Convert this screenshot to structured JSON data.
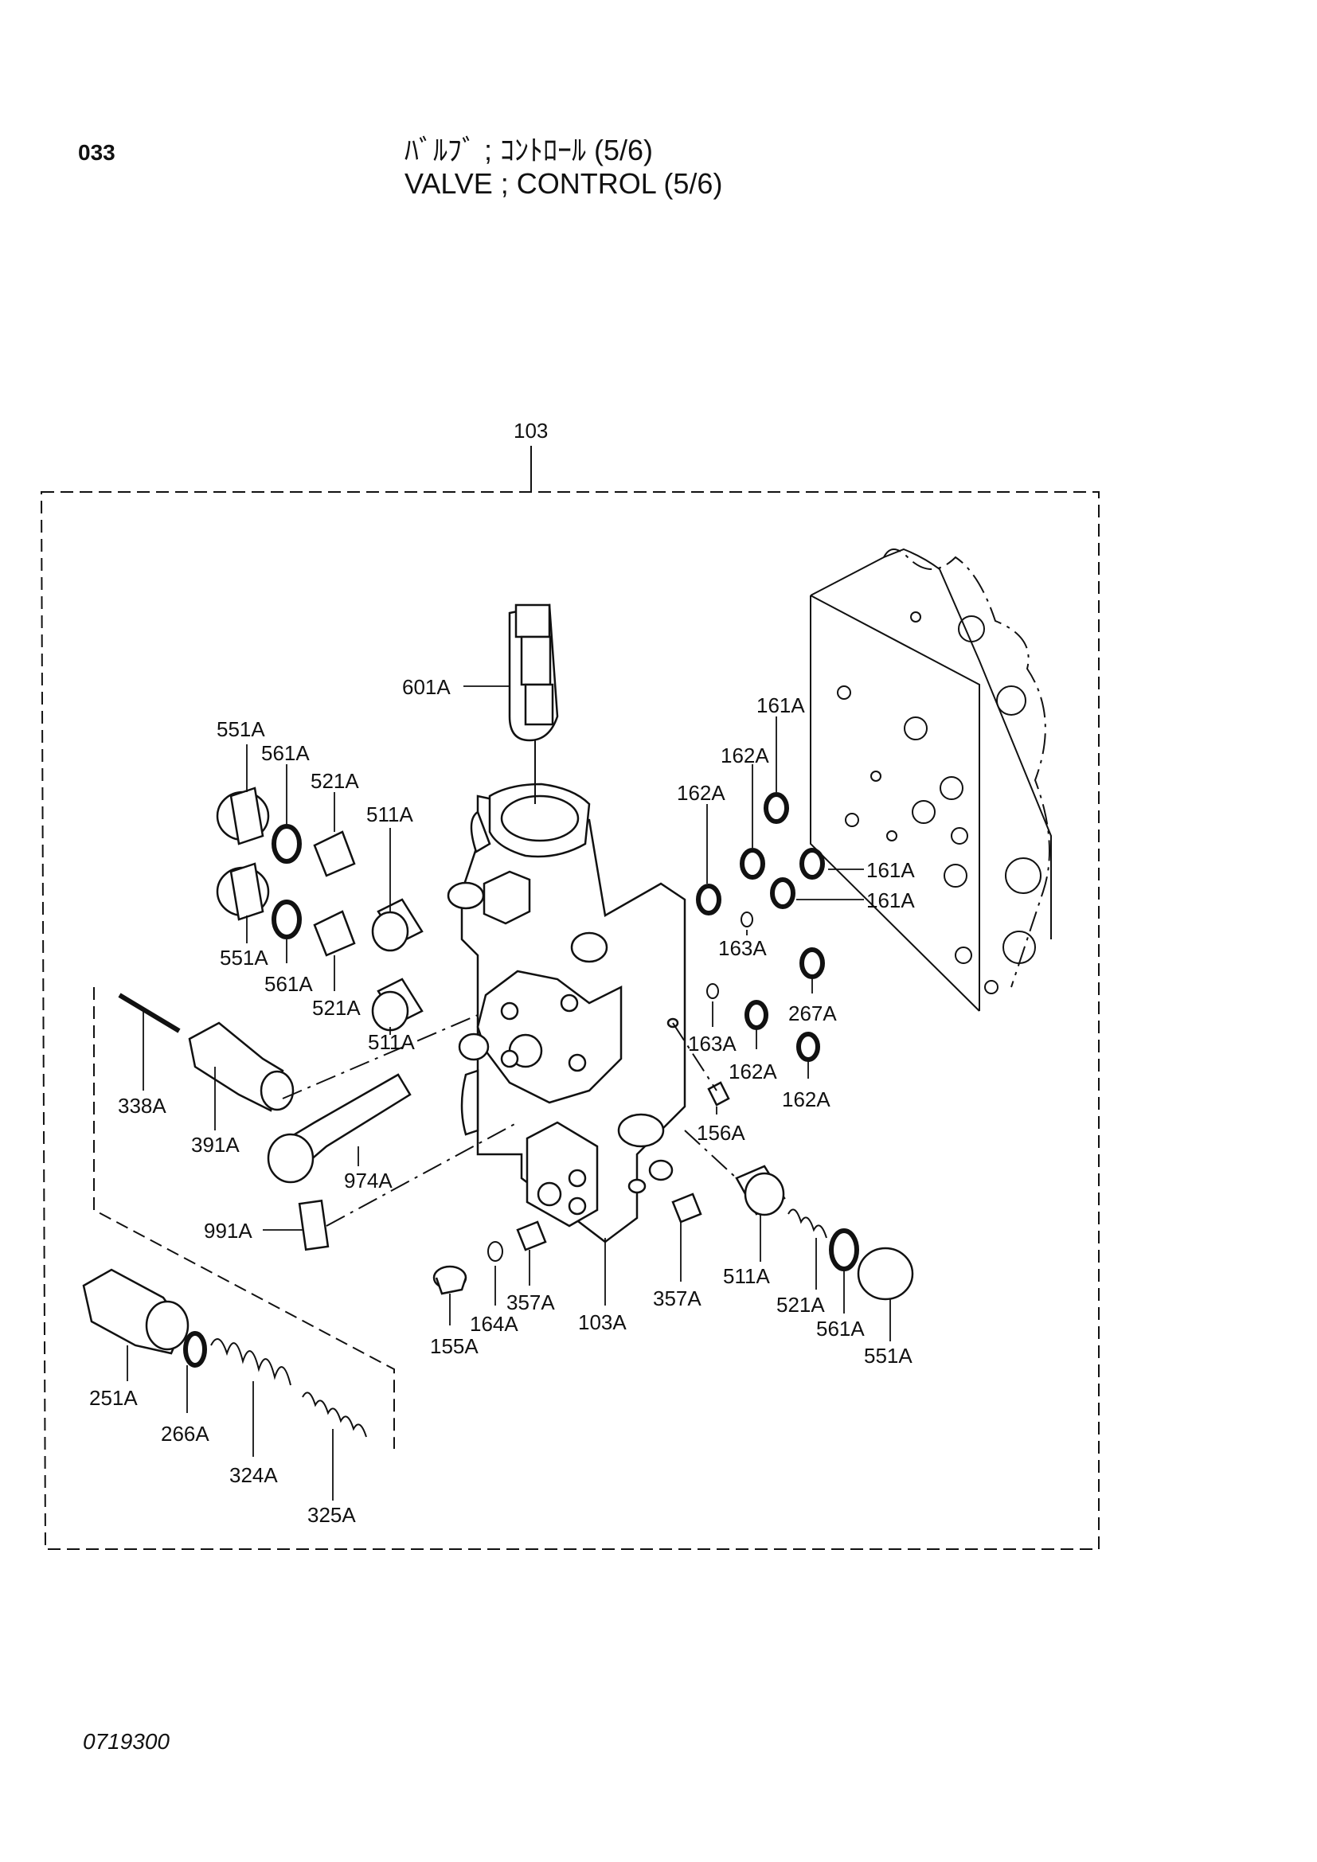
{
  "header": {
    "page_number": "033",
    "title_jp": "ﾊﾞﾙﾌﾞ ; ｺﾝﾄﾛｰﾙ (5/6)",
    "title_en": "VALVE ; CONTROL (5/6)"
  },
  "footer": {
    "doc_code": "0719300"
  },
  "labels": {
    "l103": "103",
    "l601A": "601A",
    "l551A_1": "551A",
    "l561A_1": "561A",
    "l521A_1": "521A",
    "l511A_1": "511A",
    "l551A_2": "551A",
    "l561A_2": "561A",
    "l521A_2": "521A",
    "l511A_2": "511A",
    "l338A": "338A",
    "l391A": "391A",
    "l974A": "974A",
    "l991A": "991A",
    "l251A": "251A",
    "l266A": "266A",
    "l324A": "324A",
    "l325A": "325A",
    "l155A": "155A",
    "l164A": "164A",
    "l357A_1": "357A",
    "l103A": "103A",
    "l357A_2": "357A",
    "l511A_3": "511A",
    "l521A_3": "521A",
    "l561A_3": "561A",
    "l551A_3": "551A",
    "l161A_1": "161A",
    "l162A_1": "162A",
    "l162A_2": "162A",
    "l161A_2": "161A",
    "l161A_3": "161A",
    "l163A_1": "163A",
    "l267A": "267A",
    "l163A_2": "163A",
    "l162A_3": "162A",
    "l162A_4": "162A",
    "l156A": "156A"
  }
}
